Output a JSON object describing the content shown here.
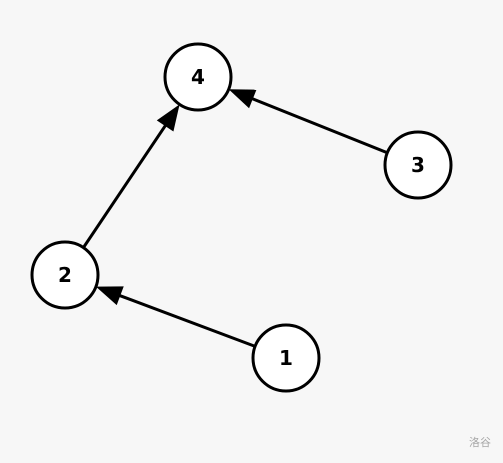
{
  "graph": {
    "directed": true,
    "nodes": [
      {
        "id": "1",
        "label": "1"
      },
      {
        "id": "2",
        "label": "2"
      },
      {
        "id": "3",
        "label": "3"
      },
      {
        "id": "4",
        "label": "4"
      }
    ],
    "edges": [
      {
        "from": "1",
        "to": "2"
      },
      {
        "from": "2",
        "to": "4"
      },
      {
        "from": "3",
        "to": "4"
      }
    ]
  },
  "watermark": "洛谷"
}
